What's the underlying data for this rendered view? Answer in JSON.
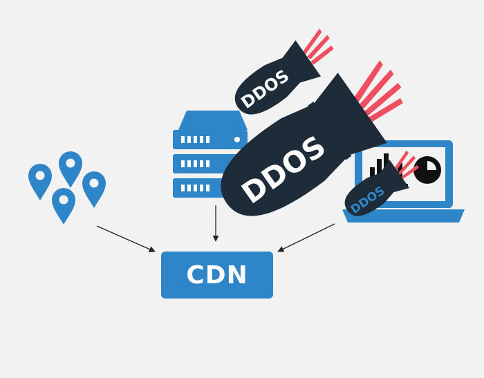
{
  "cdn": {
    "label": "CDN"
  },
  "bombs": [
    {
      "label": "DDOS"
    },
    {
      "label": "DDOS"
    },
    {
      "label": "DDOS"
    }
  ],
  "colors": {
    "background": "#f2f2f2",
    "brand_blue": "#2e86c9",
    "bomb_dark": "#1e2b38",
    "flame_red": "#ef4e5f",
    "arrow": "#222222",
    "white": "#ffffff"
  },
  "icons": [
    "map-pin-icon",
    "server-icon",
    "laptop-icon",
    "bar-chart-icon",
    "pie-chart-icon",
    "bomb-icon",
    "flame-icon",
    "arrow-icon"
  ]
}
